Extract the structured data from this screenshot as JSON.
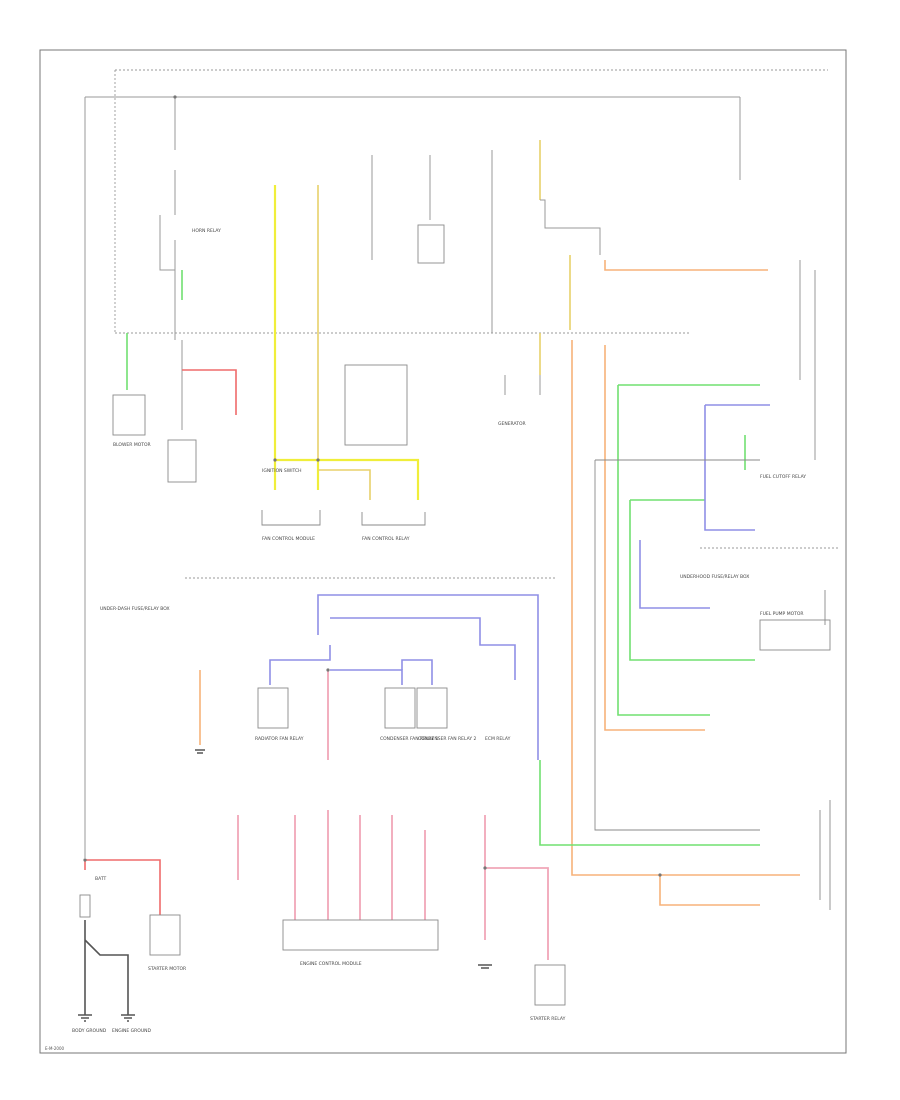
{
  "labels": {
    "horn_relay": "HORN RELAY",
    "blower_motor": "BLOWER MOTOR",
    "fan_control": "FAN CONTROL MODULE",
    "fan_control_relay": "FAN CONTROL RELAY",
    "generator": "GENERATOR",
    "engine_control_module": "ENGINE CONTROL MODULE",
    "fuel_pump_motor": "FUEL PUMP MOTOR",
    "fuel_cutoff_relay": "FUEL CUTOFF RELAY",
    "starter_relay": "STARTER RELAY",
    "starter_motor": "STARTER MOTOR",
    "battery": "BATT",
    "body_ground": "BODY GROUND",
    "engine_ground": "ENGINE GROUND",
    "condenser_fan_relay_1": "CONDENSER FAN RELAY 1",
    "condenser_fan_relay_2": "CONDENSER FAN RELAY 2",
    "radiator_fan_relay": "RADIATOR FAN RELAY",
    "ecm_relay": "ECM RELAY",
    "ignition_switch": "IGNITION SWITCH",
    "underhood_box": "UNDERHOOD FUSE/RELAY BOX",
    "under_dash_box": "UNDER-DASH FUSE/RELAY BOX",
    "footer_code": "E-M-2000"
  },
  "colors": {
    "yellow": "#f0ee3a",
    "tan": "#e8d06a",
    "orange": "#f7b27a",
    "green": "#71e071",
    "blue": "#8f8fe6",
    "pink": "#f0a6b8",
    "red": "#ef6b6b",
    "black": "#555555",
    "gray": "#9a9a9a"
  }
}
